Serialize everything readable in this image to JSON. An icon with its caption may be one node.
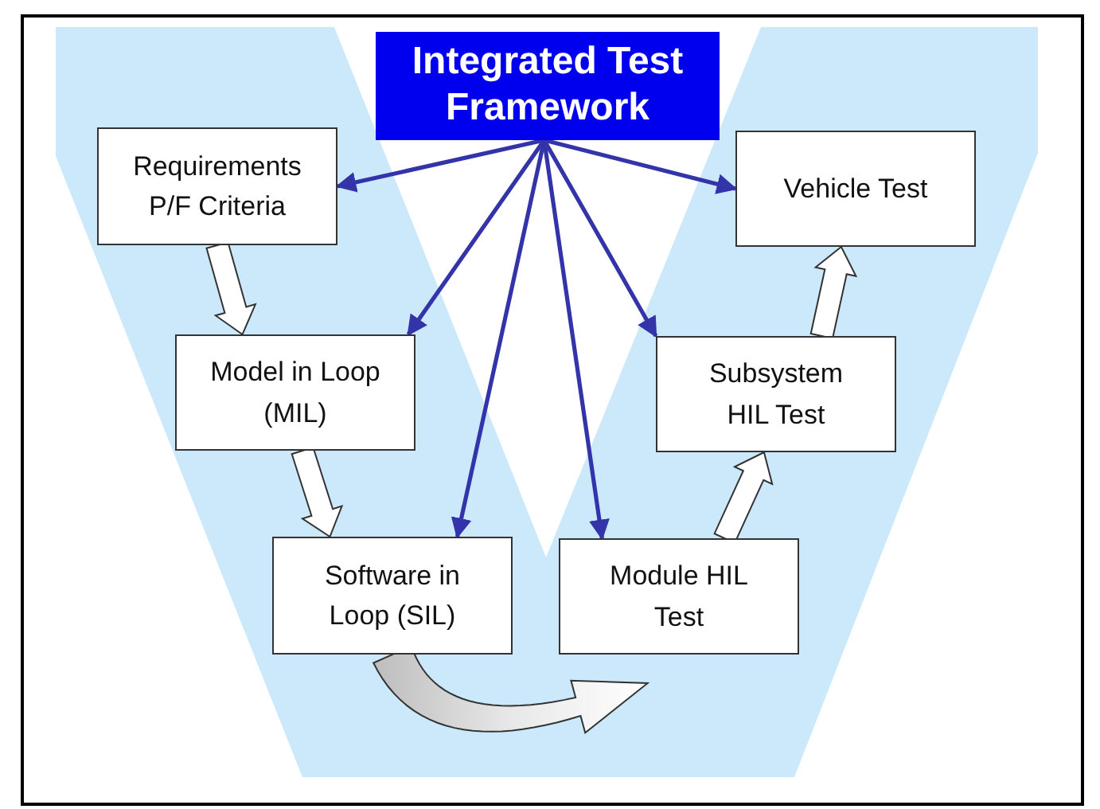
{
  "diagram": {
    "nodes": [
      {
        "text": [
          "Integrated Test Framework"
        ]
      },
      {
        "text": [
          "Requirements P/F Criteria"
        ]
      },
      {
        "text": [
          "Vehicle Test"
        ]
      },
      {
        "text": [
          "Model in Loop (MIL)"
        ]
      },
      {
        "text": [
          "Subsystem HIL Test"
        ]
      },
      {
        "text": [
          "Software in Loop (SIL)"
        ]
      },
      {
        "text": [
          "Module HIL Test"
        ]
      }
    ],
    "edges": [
      {
        "from": 0,
        "to": 1,
        "arrow": "to"
      },
      {
        "from": 0,
        "to": 3,
        "arrow": "to"
      },
      {
        "from": 0,
        "to": 5,
        "arrow": "to"
      },
      {
        "from": 0,
        "to": 6,
        "arrow": "to"
      },
      {
        "from": 0,
        "to": 4,
        "arrow": "to"
      },
      {
        "from": 0,
        "to": 2,
        "arrow": "to"
      },
      {
        "from": 1,
        "to": 3,
        "arrow": "to",
        "style": "thick",
        "color": "#ffffff"
      },
      {
        "from": 3,
        "to": 5,
        "arrow": "to",
        "style": "thick",
        "color": "#ffffff"
      },
      {
        "from": 5,
        "to": 6,
        "arrow": "to",
        "style": "thick",
        "color": "#ffffff"
      },
      {
        "from": 6,
        "to": 4,
        "arrow": "to",
        "style": "thick",
        "color": "#ffffff"
      },
      {
        "from": 4,
        "to": 2,
        "arrow": "to",
        "style": "thick",
        "color": "#ffffff"
      }
    ]
  }
}
